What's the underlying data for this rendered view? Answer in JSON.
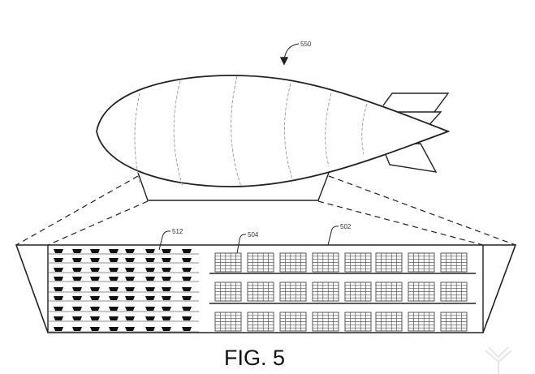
{
  "figure": {
    "caption": "FIG. 5",
    "labels": {
      "airship": "550",
      "bins": "512",
      "pallet": "504",
      "warehouse": "502"
    }
  }
}
